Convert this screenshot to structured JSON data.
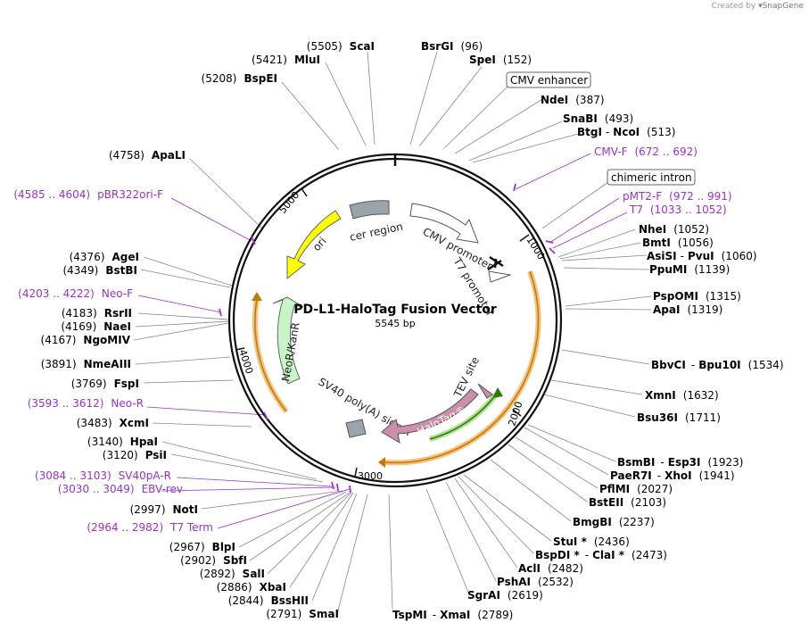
{
  "title": "PD-L1-HaloTag Fusion Vector",
  "length": "5545 bp",
  "credit": {
    "prefix": "Created by",
    "brand": "SnapGene"
  },
  "ticks": [
    "1000",
    "2000",
    "3000",
    "4000",
    "5000"
  ],
  "features": {
    "ori": "ori",
    "cer": "cer region",
    "cmv": "CMV promoter",
    "t7p": "T7 promoter",
    "neo": "NeoR/KanR",
    "sv40": "SV40 poly(A) signal",
    "tev": "TEV site",
    "halo": "HaloTag®"
  },
  "sites": [
    {
      "name": "ScaI",
      "pos": "(5505)"
    },
    {
      "name": "MluI",
      "pos": "(5421)"
    },
    {
      "name": "BspEI",
      "pos": "(5208)"
    },
    {
      "name": "ApaLI",
      "pos": "(4758)"
    },
    {
      "name": "AgeI",
      "pos": "(4376)"
    },
    {
      "name": "BstBI",
      "pos": "(4349)"
    },
    {
      "name": "RsrII",
      "pos": "(4183)"
    },
    {
      "name": "NaeI",
      "pos": "(4169)"
    },
    {
      "name": "NgoMIV",
      "pos": "(4167)"
    },
    {
      "name": "NmeAIII",
      "pos": "(3891)"
    },
    {
      "name": "FspI",
      "pos": "(3769)"
    },
    {
      "name": "XcmI",
      "pos": "(3483)"
    },
    {
      "name": "HpaI",
      "pos": "(3140)"
    },
    {
      "name": "PsiI",
      "pos": "(3120)"
    },
    {
      "name": "NotI",
      "pos": "(2997)"
    },
    {
      "name": "BlpI",
      "pos": "(2967)"
    },
    {
      "name": "SbfI",
      "pos": "(2902)"
    },
    {
      "name": "SalI",
      "pos": "(2892)"
    },
    {
      "name": "XbaI",
      "pos": "(2886)"
    },
    {
      "name": "BssHII",
      "pos": "(2844)"
    },
    {
      "name": "SmaI",
      "pos": "(2791)"
    },
    {
      "name": "BsrGI",
      "pos": "(96)"
    },
    {
      "name": "SpeI",
      "pos": "(152)"
    },
    {
      "name": "NdeI",
      "pos": "(387)"
    },
    {
      "name": "SnaBI",
      "pos": "(493)"
    },
    {
      "name": "BtgI",
      "pos": "(513)",
      "name2": "NcoI"
    },
    {
      "name": "NheI",
      "pos": "(1052)"
    },
    {
      "name": "BmtI",
      "pos": "(1056)"
    },
    {
      "name": "AsiSI",
      "pos": "(1060)",
      "name2": "PvuI"
    },
    {
      "name": "PpuMI",
      "pos": "(1139)"
    },
    {
      "name": "PspOMI",
      "pos": "(1315)"
    },
    {
      "name": "ApaI",
      "pos": "(1319)"
    },
    {
      "name": "BbvCI",
      "pos": "(1534)",
      "name2": "Bpu10I"
    },
    {
      "name": "XmnI",
      "pos": "(1632)"
    },
    {
      "name": "Bsu36I",
      "pos": "(1711)"
    },
    {
      "name": "BsmBI",
      "pos": "(1923)",
      "name2": "Esp3I"
    },
    {
      "name": "PaeR7I",
      "pos": "(1941)",
      "name2": "XhoI"
    },
    {
      "name": "PflMI",
      "pos": "(2027)"
    },
    {
      "name": "BstEII",
      "pos": "(2103)"
    },
    {
      "name": "BmgBI",
      "pos": "(2237)"
    },
    {
      "name": "StuI *",
      "pos": "(2436)"
    },
    {
      "name": "BspDI *",
      "pos": "(2473)",
      "name2": "ClaI *"
    },
    {
      "name": "AclI",
      "pos": "(2482)"
    },
    {
      "name": "PshAI",
      "pos": "(2532)"
    },
    {
      "name": "SgrAI",
      "pos": "(2619)"
    },
    {
      "name": "TspMI",
      "pos": "(2789)",
      "name2": "XmaI"
    }
  ],
  "primers": [
    {
      "name": "pBR322ori-F",
      "range": "(4585 .. 4604)"
    },
    {
      "name": "Neo-F",
      "range": "(4203 .. 4222)"
    },
    {
      "name": "Neo-R",
      "range": "(3593 .. 3612)"
    },
    {
      "name": "SV40pA-R",
      "range": "(3084 .. 3103)"
    },
    {
      "name": "EBV-rev",
      "range": "(3030 .. 3049)"
    },
    {
      "name": "T7 Term",
      "range": "(2964 .. 2982)"
    },
    {
      "name": "CMV-F",
      "range": "(672 .. 692)"
    },
    {
      "name": "pMT2-F",
      "range": "(972 .. 991)"
    },
    {
      "name": "T7",
      "range": "(1033 .. 1052)"
    }
  ],
  "boxed": [
    "CMV enhancer",
    "chimeric intron"
  ]
}
